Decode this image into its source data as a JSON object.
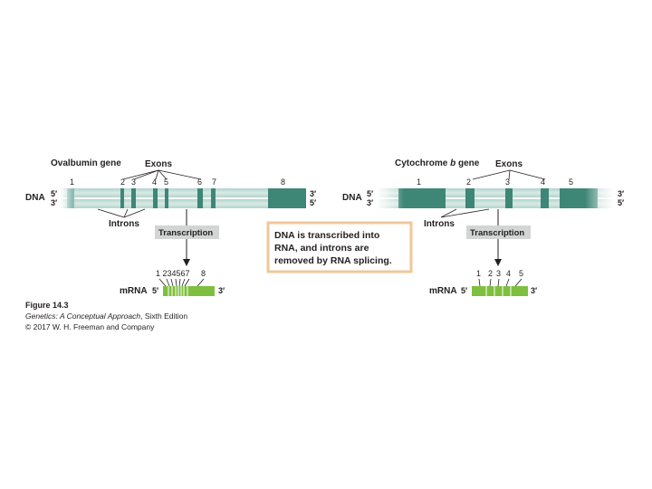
{
  "colors": {
    "dna_light": "#c5ded9",
    "dna_mid": "#8cbcb2",
    "dna_dark": "#3e8676",
    "mrna_green": "#7fbf3f",
    "five_prime": "#3aa035",
    "three_prime": "#d2232a",
    "label_box": "#d3d4d4",
    "callout_border": "#f1c79a"
  },
  "left_gene": {
    "title": "Ovalbumin gene",
    "exons_label": "Exons",
    "introns_label": "Introns",
    "dna_label": "DNA",
    "top_five": "5′",
    "top_three": "3′",
    "bottom_three": "3′",
    "bottom_five": "5′",
    "exon_numbers": [
      "1",
      "2",
      "3",
      "4",
      "5",
      "6",
      "7",
      "8"
    ],
    "transcription_label": "Transcription",
    "mrna_label": "mRNA",
    "mrna_five": "5′",
    "mrna_three": "3′",
    "mrna_numbers_group": "1 234567",
    "mrna_number_last": "8"
  },
  "right_gene": {
    "title_prefix": "Cytochrome ",
    "title_italic": "b",
    "title_suffix": " gene",
    "exons_label": "Exons",
    "introns_label": "Introns",
    "dna_label": "DNA",
    "top_five": "5′",
    "top_three": "3′",
    "bottom_three": "3′",
    "bottom_five": "5′",
    "exon_numbers": [
      "1",
      "2",
      "3",
      "4",
      "5"
    ],
    "transcription_label": "Transcription",
    "mrna_label": "mRNA",
    "mrna_five": "5′",
    "mrna_three": "3′",
    "mrna_numbers": [
      "1",
      "2",
      "3",
      "4",
      "5"
    ]
  },
  "callout": {
    "line1": "DNA is transcribed into",
    "line2": "RNA, and introns are",
    "line3": "removed by RNA splicing."
  },
  "caption": {
    "figure": "Figure 14.3",
    "book_italic": "Genetics: A Conceptual Approach",
    "book_rest": ", Sixth Edition",
    "copyright": "© 2017 W. H. Freeman and Company"
  }
}
